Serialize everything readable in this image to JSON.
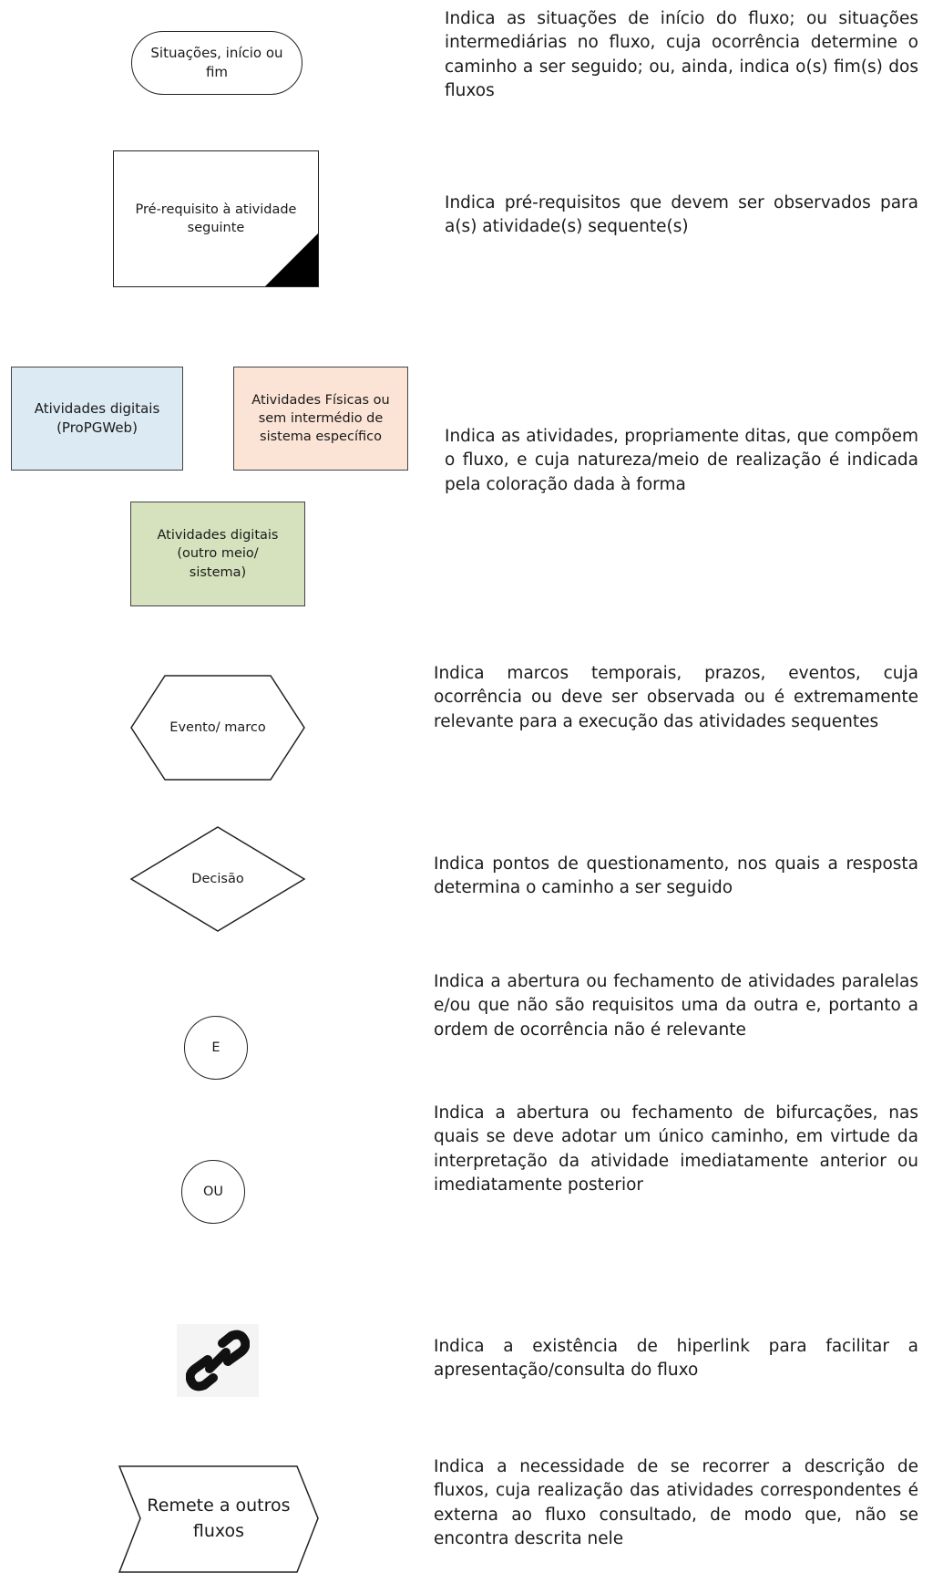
{
  "legend": {
    "start_end": {
      "label": "Situações, início ou fim",
      "description": "Indica as situações de início do fluxo; ou situações intermediárias no fluxo, cuja ocorrência determine o caminho a ser seguido; ou, ainda, indica o(s) fim(s) dos fluxos"
    },
    "prerequisite": {
      "label": "Pré-requisito à atividade seguinte",
      "description": "Indica pré-requisitos que devem ser observados para a(s) atividade(s) sequente(s)"
    },
    "activities": {
      "digital_propgweb": {
        "label": "Atividades digitais (ProPGWeb)",
        "color": "#dbeaf3"
      },
      "physical": {
        "label": "Atividades Físicas ou sem intermédio de sistema específico",
        "color": "#fbe3d5"
      },
      "digital_other": {
        "label": "Atividades digitais (outro meio/ sistema)",
        "color": "#d6e2bd"
      },
      "description": "Indica as atividades, propriamente ditas, que compõem o fluxo, e cuja natureza/meio de realização é indicada pela coloração dada à forma"
    },
    "event": {
      "label": "Evento/ marco",
      "description": "Indica marcos temporais, prazos, eventos, cuja ocorrência ou deve ser observada ou é extremamente relevante para a execução das atividades sequentes"
    },
    "decision": {
      "label": "Decisão",
      "description": "Indica pontos de questionamento, nos quais a resposta determina o caminho a ser seguido"
    },
    "and_connector": {
      "label": "E",
      "description": "Indica a abertura ou fechamento de atividades paralelas e/ou que não são requisitos uma da outra e, portanto a ordem de ocorrência não é relevante"
    },
    "or_connector": {
      "label": "OU",
      "description": "Indica a abertura ou fechamento de bifurcações, nas quais se deve adotar um único caminho, em virtude da interpretação da atividade imediatamente anterior ou imediatamente posterior"
    },
    "hyperlink": {
      "icon": "link-icon",
      "description": "Indica a existência de hiperlink para facilitar a apresentação/consulta do fluxo"
    },
    "other_flows": {
      "label": "Remete a outros fluxos",
      "description": "Indica a necessidade de se recorrer a descrição de fluxos, cuja realização das atividades correspondentes é externa ao fluxo consultado, de modo que, não se encontra descrita nele"
    }
  }
}
